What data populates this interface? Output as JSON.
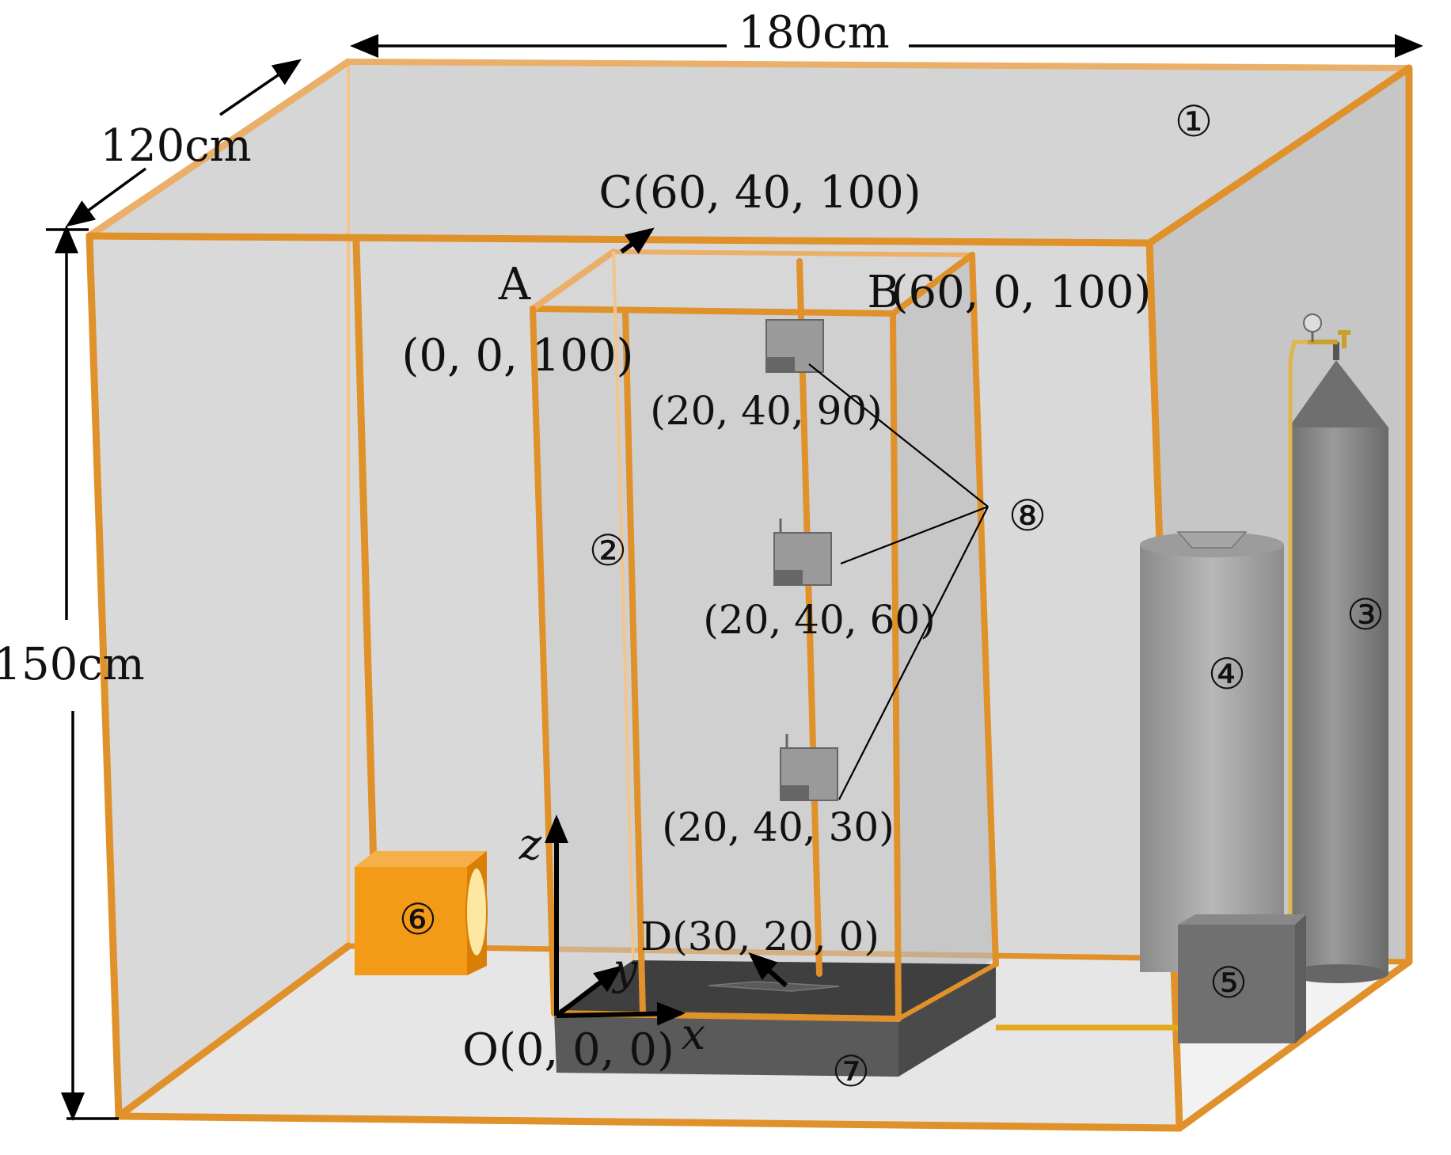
{
  "dimensions": {
    "width": "180cm",
    "depth": "120cm",
    "height": "150cm"
  },
  "points": {
    "A": "A",
    "A_coord": "(0, 0, 100)",
    "B": "B",
    "B_coord": "(60, 0, 100)",
    "C": "C(60, 40, 100)",
    "D": "D(30, 20, 0)",
    "O": "O(0, 0, 0)"
  },
  "sensors": {
    "s1": "(20, 40, 90)",
    "s2": "(20, 40, 60)",
    "s3": "(20, 40, 30)"
  },
  "axes": {
    "x": "x",
    "y": "y",
    "z": "z"
  },
  "markers": {
    "m1": "①",
    "m2": "②",
    "m3": "③",
    "m4": "④",
    "m5": "⑤",
    "m6": "⑥",
    "m7": "⑦",
    "m8": "⑧"
  },
  "colors": {
    "frame": "#e0912a",
    "fan": "#f39a16",
    "panel": "#d9d9d9",
    "cylinder": "#8c8c8c",
    "base": "#4a4a4a"
  }
}
